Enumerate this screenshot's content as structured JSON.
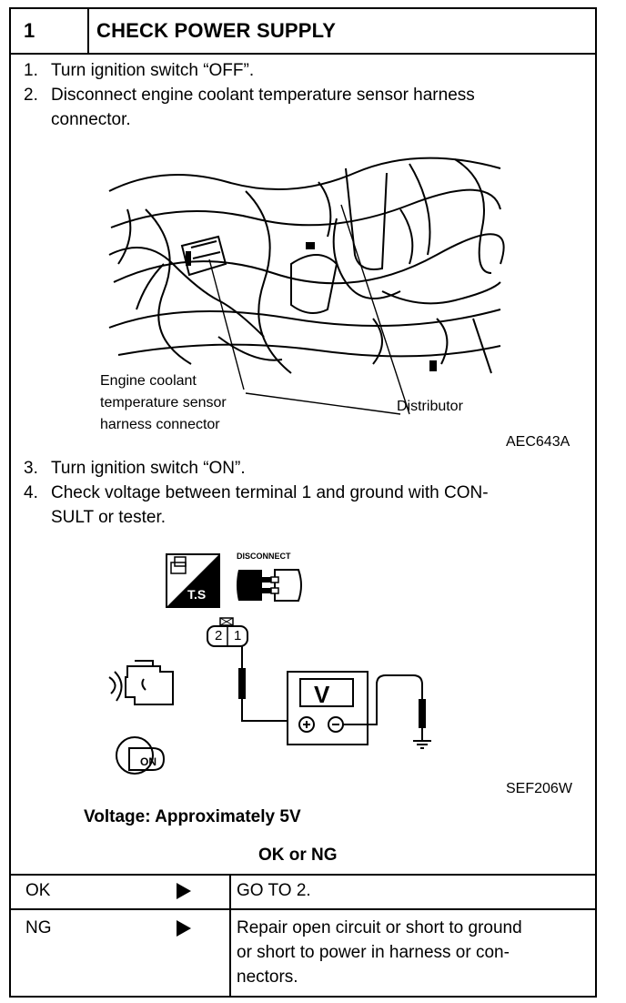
{
  "header": {
    "step_number": "1",
    "title": "CHECK POWER SUPPLY"
  },
  "steps": [
    {
      "num": "1.",
      "lines": [
        "Turn ignition switch “OFF”."
      ]
    },
    {
      "num": "2.",
      "lines": [
        "Disconnect engine coolant temperature sensor harness",
        "connector."
      ]
    },
    {
      "num": "3.",
      "lines": [
        "Turn ignition switch “ON”."
      ]
    },
    {
      "num": "4.",
      "lines": [
        "Check voltage between terminal 1 and ground with CON-",
        "SULT or tester."
      ]
    }
  ],
  "figure1": {
    "label_sensor": [
      "Engine coolant",
      "temperature sensor",
      "harness connector"
    ],
    "label_distributor": "Distributor",
    "code": "AEC643A"
  },
  "figure2": {
    "disconnect_label": "DISCONNECT",
    "ts_label": "T.S",
    "terminal_2": "2",
    "terminal_1": "1",
    "meter_label": "V",
    "key_label": "ON",
    "code": "SEF206W"
  },
  "spec": "Voltage: Approximately 5V",
  "decision_title": "OK or NG",
  "results": [
    {
      "status": "OK",
      "action": [
        "GO TO 2."
      ]
    },
    {
      "status": "NG",
      "action": [
        "Repair open circuit or short to ground",
        "or short to power in harness or con-",
        "nectors."
      ]
    }
  ]
}
